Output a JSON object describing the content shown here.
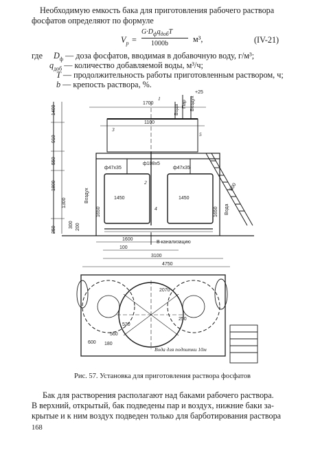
{
  "text": {
    "intro_line1": "Необходимую емкость бака для приготовления рабочего раствора",
    "intro_line2": "фосфатов определяют по формуле",
    "formula_lhs": "V",
    "formula_lhs_sub": "р",
    "formula_eq": "=",
    "formula_numerator": "G",
    "formula_numerator_rest": "·D",
    "formula_num_sub": "ф",
    "formula_num_tail": "q",
    "formula_num_sub2": "доб",
    "formula_num_T": "T",
    "formula_denominator": "1000b",
    "formula_unit": "м³,",
    "formula_number": "(IV-21)",
    "where": "где",
    "def1_sym": "D",
    "def1_sub": "ф",
    "def1_text": "— доза фосфатов, вводимая в добавочную воду, г/м³;",
    "def2_sym": "q",
    "def2_sub": "доб",
    "def2_text": "— количество добавляемой воды, м³/ч;",
    "def3_sym": "T",
    "def3_text": "— продолжительность работы приготовленным раствором, ч;",
    "def4_sym": "b",
    "def4_text": "— крепость раствора, %.",
    "caption": "Рис. 57. Установка для приготовления раствора фосфатов",
    "body_line1": "Бак для растворения располагают над баками рабочего раствора.",
    "body_line2": "В верхний, открытый, бак подведены пар и воздух, нижние баки за-",
    "body_line3": "крытые и к ним воздух подведен только для барботирования раствора",
    "page_number": "168"
  },
  "figure": {
    "labels": {
      "dim_1400": "1400",
      "dim_1700": "1700",
      "dim_1100": "1100",
      "dim_910": "910",
      "dim_550": "550",
      "dim_250": "250",
      "dim_1300": "1300",
      "dim_1800": "1800",
      "dim_1650a": "1650",
      "dim_1650b": "1650",
      "dim_300": "300",
      "dim_200": "200",
      "dim_100": "100",
      "dim_1600": "1600",
      "dim_3100": "3100",
      "dim_4750": "4750",
      "dim_180": "180",
      "dim_2070": "2070",
      "dim_520": "520",
      "dim_560": "560",
      "dim_600": "600",
      "dim_800": "800",
      "dim_250b": "250",
      "tank_1450a": "1450",
      "tank_1450b": "1450",
      "pipe_dy": "ф47х35",
      "pipe_dy2": "ф47х35",
      "pipe_dy3": "ф108х5",
      "n1": "1",
      "n2": "2",
      "n3": "3",
      "n4": "4",
      "n5": "5",
      "par": "Пар",
      "vozduh": "Воздух",
      "voda": "Вода",
      "voda2": "Вода",
      "vozduh2": "Воздух",
      "drain": "В канализацию",
      "plus_mark": "+25",
      "bottom_note": "Вода для подпитки 10м"
    }
  }
}
